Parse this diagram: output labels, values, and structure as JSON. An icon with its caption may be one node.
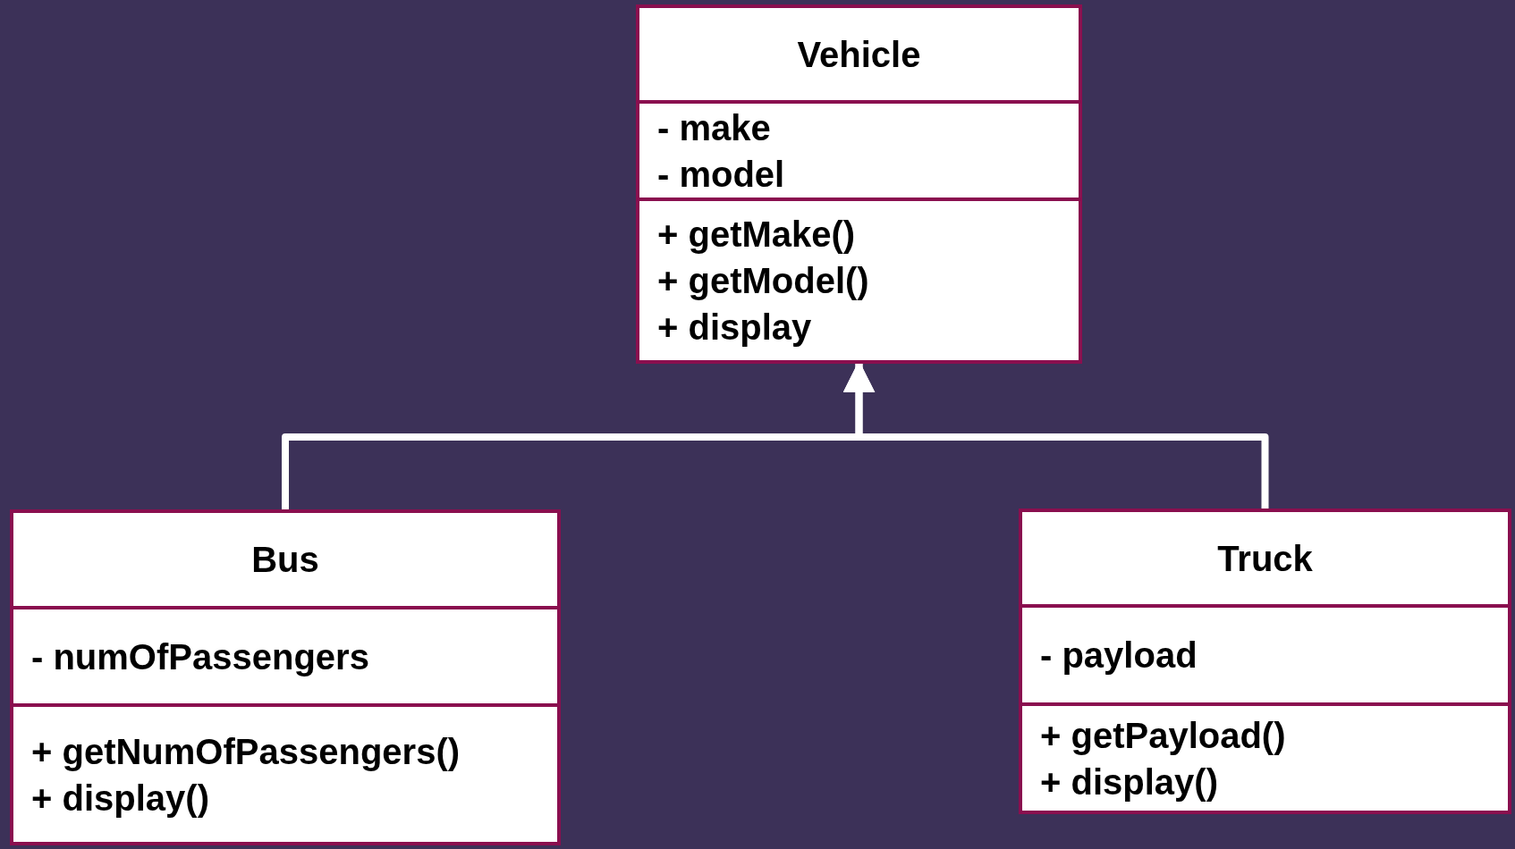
{
  "diagram": {
    "nodes": [
      {
        "text": [],
        "shape": "box"
      },
      {
        "text": [
          "Vehicle"
        ],
        "in": 0
      },
      {
        "text": [
          "- make",
          "- model"
        ],
        "in": 0
      },
      {
        "text": [
          "+ getMake()",
          "+ getModel()",
          "+ display"
        ],
        "in": 0
      },
      {
        "text": [],
        "shape": "box"
      },
      {
        "text": [
          "Bus"
        ],
        "in": 4
      },
      {
        "text": [
          "- numOfPassengers"
        ],
        "in": 4
      },
      {
        "text": [
          "+ getNumOfPassengers()",
          "+ display()"
        ],
        "in": 4
      },
      {
        "text": [],
        "shape": "box"
      },
      {
        "text": [
          "Truck"
        ],
        "in": 8
      },
      {
        "text": [
          "- payload"
        ],
        "in": 8
      },
      {
        "text": [
          "+ getPayload()",
          "+ display()"
        ],
        "in": 8
      }
    ],
    "edges": [
      {
        "from": 4,
        "to": 0,
        "arrow": "to"
      },
      {
        "from": 8,
        "to": 0,
        "arrow": "to"
      }
    ]
  }
}
